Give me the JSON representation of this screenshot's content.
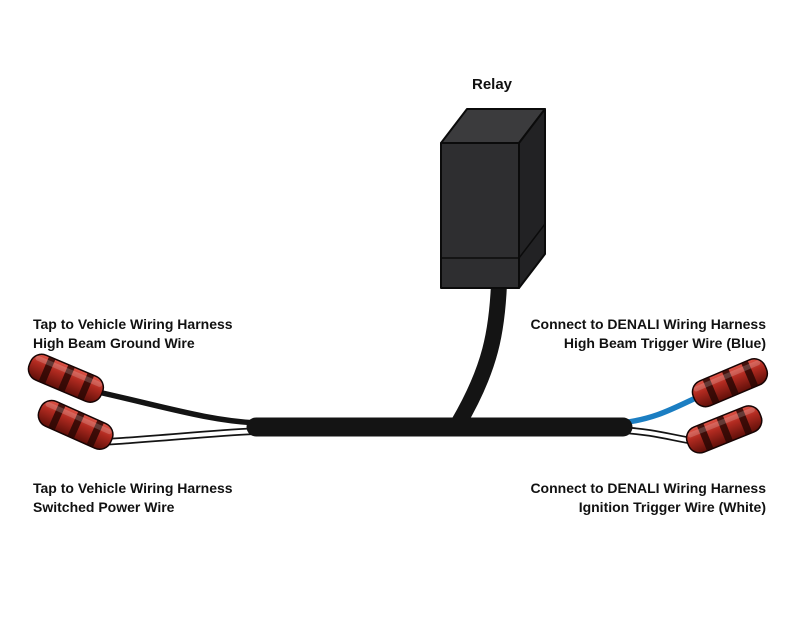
{
  "diagram": {
    "relay_title": "Relay",
    "labels": {
      "top_left": {
        "line1": "Tap to Vehicle Wiring Harness",
        "line2": "High Beam Ground Wire"
      },
      "bottom_left": {
        "line1": "Tap to Vehicle Wiring Harness",
        "line2": "Switched Power Wire"
      },
      "top_right": {
        "line1": "Connect to DENALI Wiring Harness",
        "line2": "High Beam Trigger Wire (Blue)"
      },
      "bottom_right": {
        "line1": "Connect to DENALI Wiring Harness",
        "line2": "Ignition Trigger Wire (White)"
      }
    },
    "colors": {
      "background": "#ffffff",
      "wire_black": "#141414",
      "wire_white": "#ffffff",
      "wire_blue": "#1b7ec2",
      "connector_red": "#b02a20",
      "relay_body": "#2e2e30",
      "text": "#111111"
    }
  }
}
